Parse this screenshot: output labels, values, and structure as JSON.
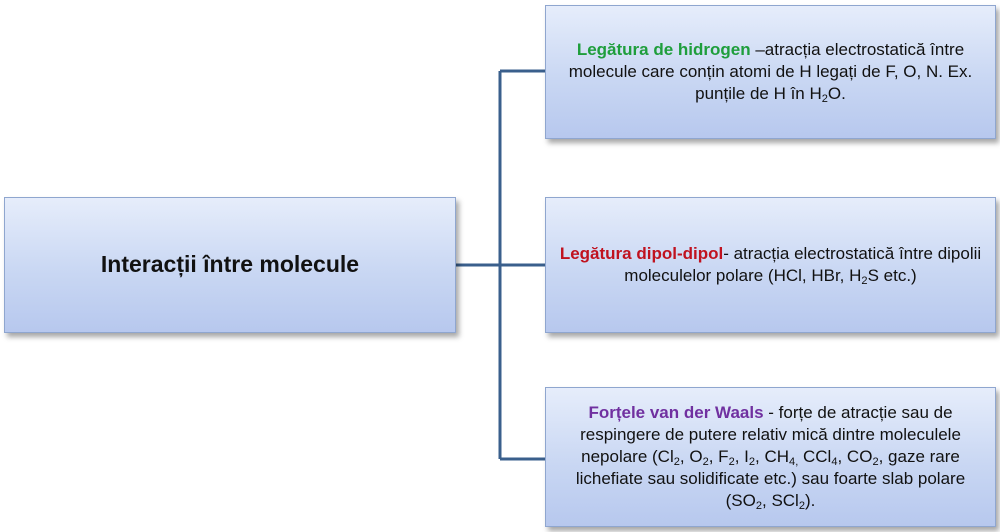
{
  "central": {
    "label": "Interacții între molecule"
  },
  "boxes": [
    {
      "title": "Legătura de hidrogen",
      "color": "#1f9e3c",
      "parts": [
        {
          "t": " –atracția electrostatică între molecule care conțin atomi de H legați de F, O, N. Ex. punțile de H în H"
        },
        {
          "t": "2",
          "sub": true
        },
        {
          "t": "O."
        }
      ]
    },
    {
      "title": "Legătura dipol-dipol",
      "color": "#c0121f",
      "parts": [
        {
          "t": "- atracția electrostatică între dipolii moleculelor polare (HCl, HBr, H"
        },
        {
          "t": "2",
          "sub": true
        },
        {
          "t": "S etc.)"
        }
      ]
    },
    {
      "title": "Forțele van der Waals",
      "color": "#7030a0",
      "parts": [
        {
          "t": " - forțe de atracție sau de respingere de putere relativ mică dintre moleculele nepolare (Cl"
        },
        {
          "t": "2",
          "sub": true
        },
        {
          "t": ", O"
        },
        {
          "t": "2",
          "sub": true
        },
        {
          "t": ", F"
        },
        {
          "t": "2",
          "sub": true
        },
        {
          "t": ", I"
        },
        {
          "t": "2",
          "sub": true
        },
        {
          "t": ", CH"
        },
        {
          "t": "4,",
          "sub": true
        },
        {
          "t": " CCl"
        },
        {
          "t": "4",
          "sub": true
        },
        {
          "t": ", CO"
        },
        {
          "t": "2",
          "sub": true
        },
        {
          "t": ", gaze rare lichefiate sau solidificate etc.) sau foarte slab polare (SO"
        },
        {
          "t": "2",
          "sub": true
        },
        {
          "t": ", SCl"
        },
        {
          "t": "2",
          "sub": true
        },
        {
          "t": ")."
        }
      ]
    }
  ],
  "colors": {
    "connector": "#3a5f8c",
    "box_border": "#8fa6cf"
  }
}
